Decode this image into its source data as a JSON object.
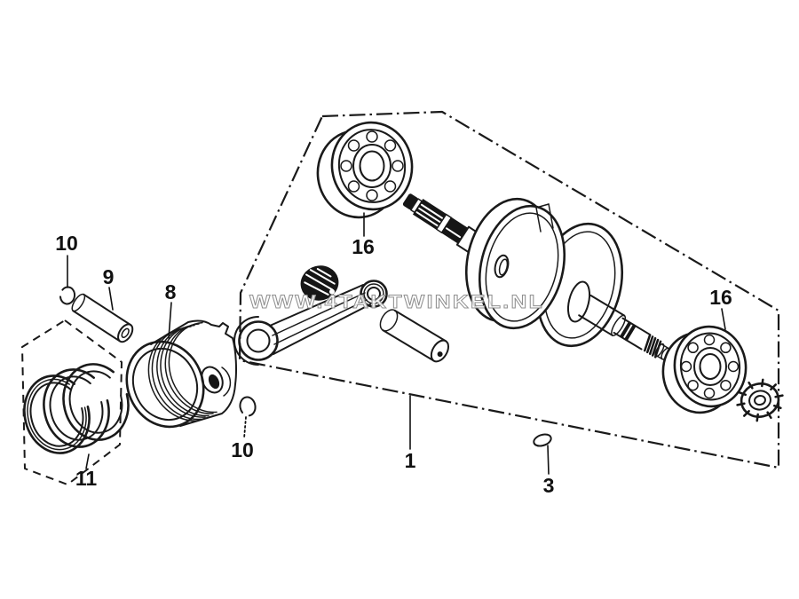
{
  "watermark": "WWW.4TAKTWINKEL.NL",
  "labels": {
    "l10_upper": "10",
    "l9": "9",
    "l8": "8",
    "l16_left": "16",
    "l16_right": "16",
    "l11": "11",
    "l10_lower": "10",
    "l1": "1",
    "l3": "3"
  },
  "colors": {
    "ink": "#1a1a1a",
    "paper": "#ffffff",
    "watermark_fill": "#ffffff",
    "watermark_outline": "#8f8f8f"
  }
}
